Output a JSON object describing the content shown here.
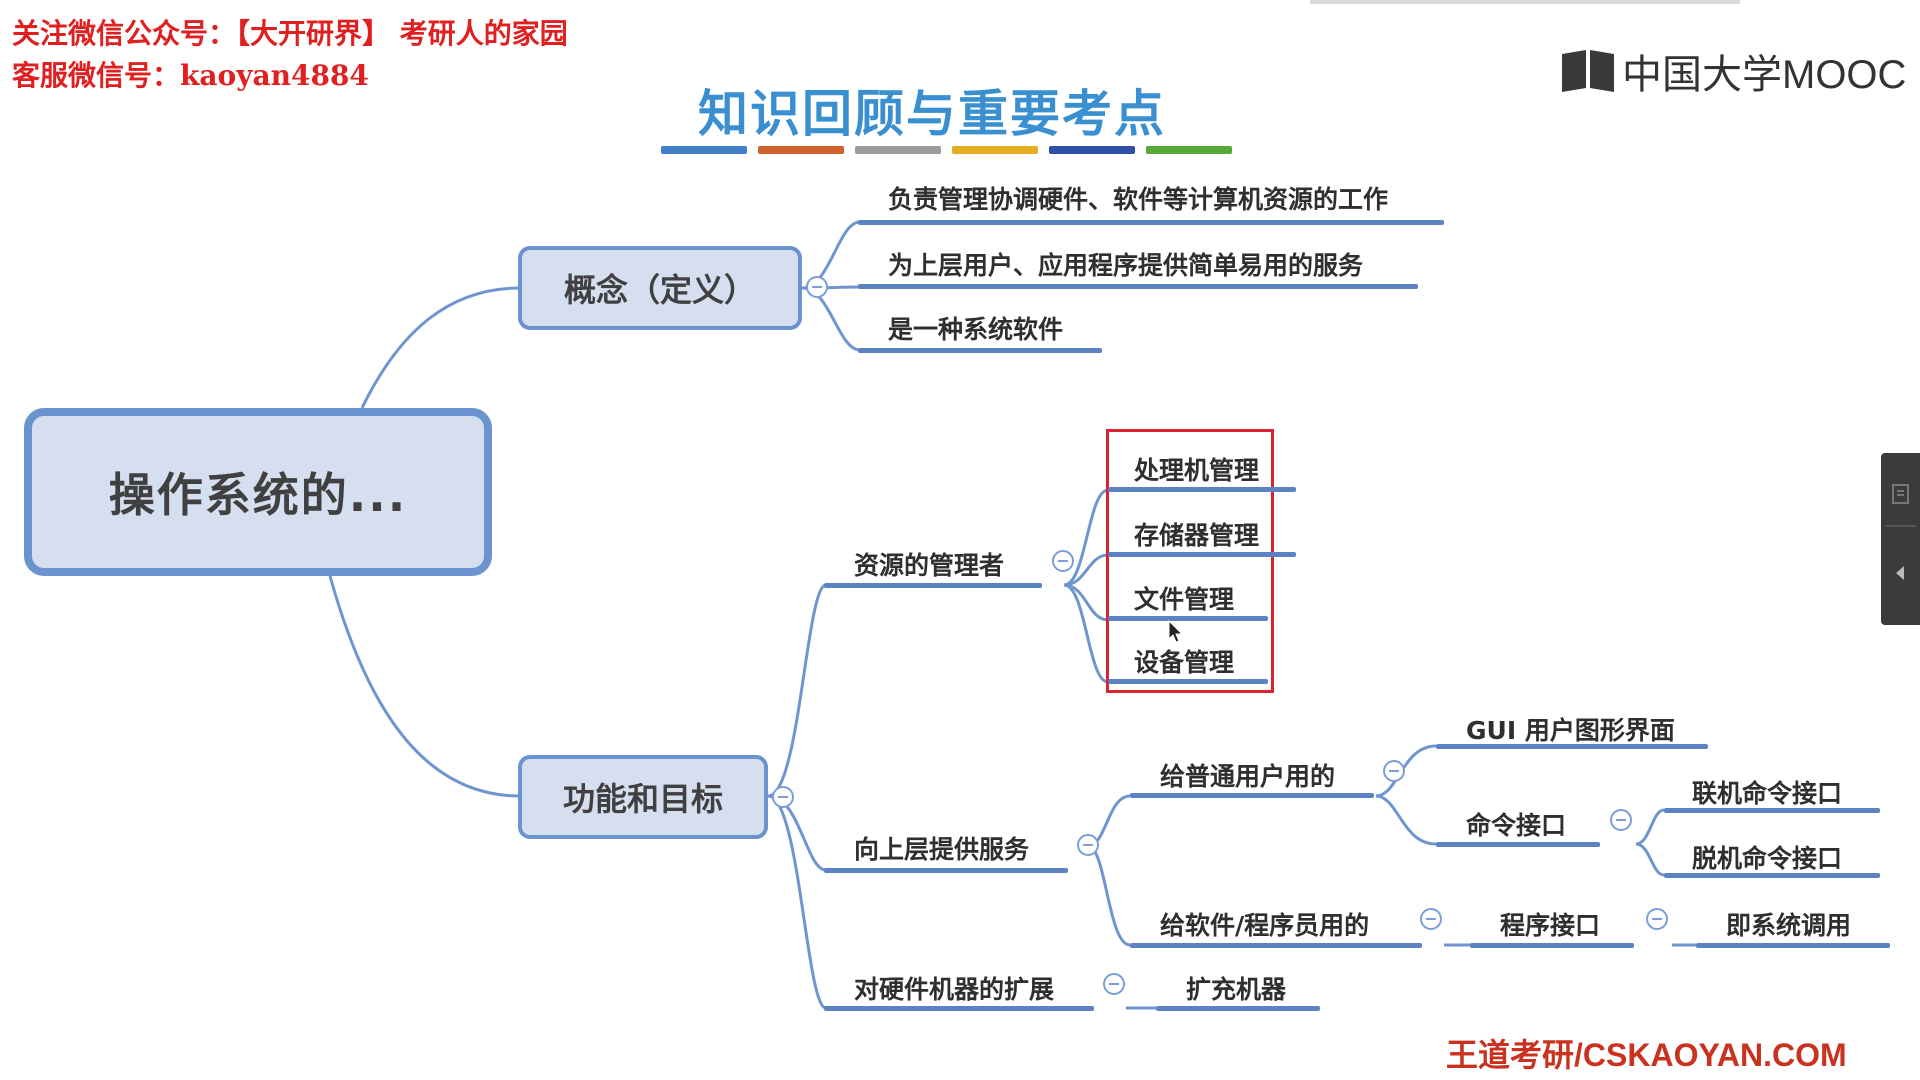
{
  "watermark": {
    "line1": "关注微信公众号：【大开研界】 考研人的家园",
    "line2": "客服微信号：kaoyan4884"
  },
  "logo": {
    "text": "中国大学MOOC"
  },
  "slide": {
    "title": "知识回顾与重要考点",
    "title_color": "#3a8fd0",
    "color_bar_colors": [
      "#3f7fc8",
      "#d0622b",
      "#9b9b9b",
      "#e5ad20",
      "#2f50a8",
      "#56a83a"
    ]
  },
  "mindmap": {
    "root": "操作系统的...",
    "concept": {
      "label": "概念（定义）",
      "items": [
        "负责管理协调硬件、软件等计算机资源的工作",
        "为上层用户、应用程序提供简单易用的服务",
        "是一种系统软件"
      ]
    },
    "functions": {
      "label": "功能和目标",
      "resource_manager": {
        "label": "资源的管理者",
        "items": [
          "处理机管理",
          "存储器管理",
          "文件管理",
          "设备管理"
        ]
      },
      "services": {
        "label": "向上层提供服务",
        "for_users": {
          "label": "给普通用户用的",
          "gui": "GUI 用户图形界面",
          "command": {
            "label": "命令接口",
            "items": [
              "联机命令接口",
              "脱机命令接口"
            ]
          }
        },
        "for_programmers": {
          "label": "给软件/程序员用的",
          "program_interface": "程序接口",
          "syscall": "即系统调用"
        }
      },
      "extension": {
        "label": "对硬件机器的扩展",
        "item": "扩充机器"
      }
    }
  },
  "footer": {
    "text": "王道考研/CSKAOYAN.COM"
  },
  "colors": {
    "connector": "#6f95cf",
    "node_fill": "#d6dff0",
    "node_border": "#6b93cf",
    "underline": "#5d82c4",
    "highlight_box": "#d9232d",
    "watermark": "#e02020",
    "footer": "#c8321e"
  }
}
